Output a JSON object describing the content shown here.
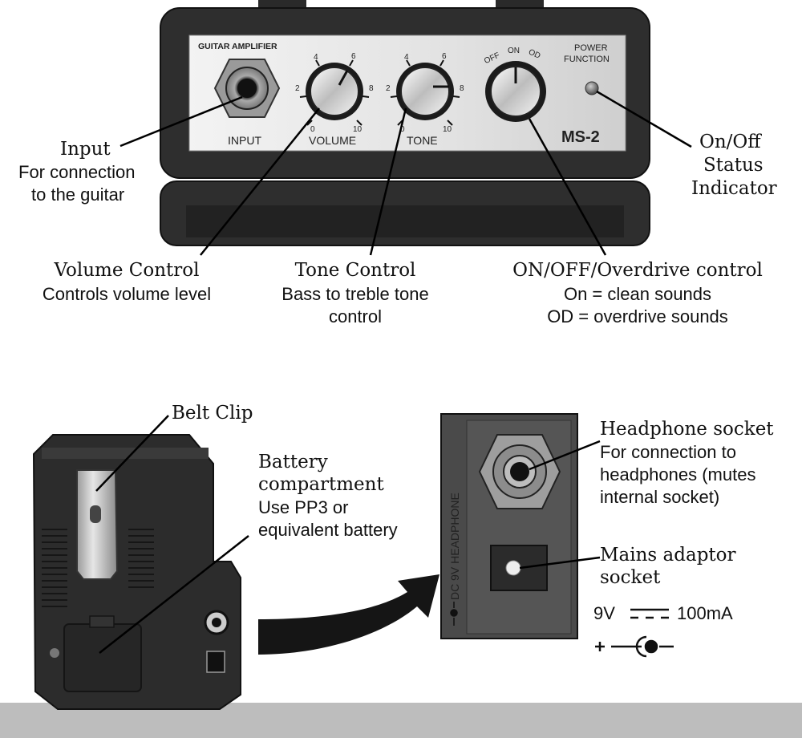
{
  "panel": {
    "brand_label": "GUITAR AMPLIFIER",
    "input_label": "INPUT",
    "volume_label": "VOLUME",
    "tone_label": "TONE",
    "power_label_1": "POWER",
    "power_label_2": "FUNCTION",
    "model": "MS-2",
    "knob_ticks": {
      "t0": "0",
      "t2": "2",
      "t4": "4",
      "t6": "6",
      "t8": "8",
      "t10": "10"
    },
    "switch_positions": {
      "off": "OFF",
      "on": "ON",
      "od": "OD"
    }
  },
  "callouts": {
    "input": {
      "title": "Input",
      "line1": "For connection",
      "line2": "to the guitar"
    },
    "status": {
      "line1": "On/Off",
      "line2": "Status",
      "line3": "Indicator"
    },
    "volume": {
      "title": "Volume Control",
      "line1": "Controls volume level"
    },
    "tone": {
      "title": "Tone Control",
      "line1": "Bass to treble tone",
      "line2": "control"
    },
    "switch": {
      "title": "ON/OFF/Overdrive control",
      "line1": "On = clean sounds",
      "line2": "OD = overdrive sounds"
    },
    "belt": {
      "title": "Belt Clip"
    },
    "battery": {
      "title1": "Battery",
      "title2": "compartment",
      "line1": "Use PP3 or",
      "line2": "equivalent battery"
    },
    "headphone": {
      "title": "Headphone socket",
      "line1": "For connection to",
      "line2": "headphones (mutes",
      "line3": "internal socket)"
    },
    "mains": {
      "title1": "Mains adaptor",
      "title2": "socket",
      "voltage": "9V",
      "current": "100mA"
    }
  },
  "side_panel": {
    "vertical_label": "DC 9V HEADPHONE"
  },
  "colors": {
    "amp_body": "#2e2e2e",
    "face_plate": "#e6e6e6",
    "ground": "#bdbdbd"
  }
}
